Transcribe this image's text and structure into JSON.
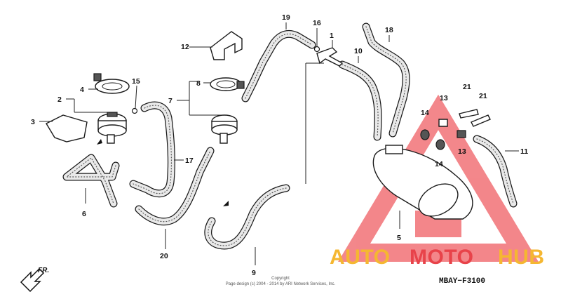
{
  "diagram": {
    "callouts": [
      "1",
      "2",
      "3",
      "4",
      "5",
      "6",
      "7",
      "8",
      "9",
      "10",
      "11",
      "12",
      "13",
      "13",
      "14",
      "14",
      "15",
      "16",
      "17",
      "18",
      "19",
      "20",
      "21",
      "21"
    ],
    "copyright_line1": "Copyright",
    "copyright_line2": "Page design (c) 2004 - 2014 by ARI Network Services, Inc.",
    "diagram_code": "MBAY−F3100",
    "front_label": "FR."
  },
  "watermark": {
    "text_part1": "AUTO",
    "text_part2": "MOTO",
    "text_part3": "HUB",
    "color_orange": "#f5b731",
    "color_red": "#e8434a"
  }
}
